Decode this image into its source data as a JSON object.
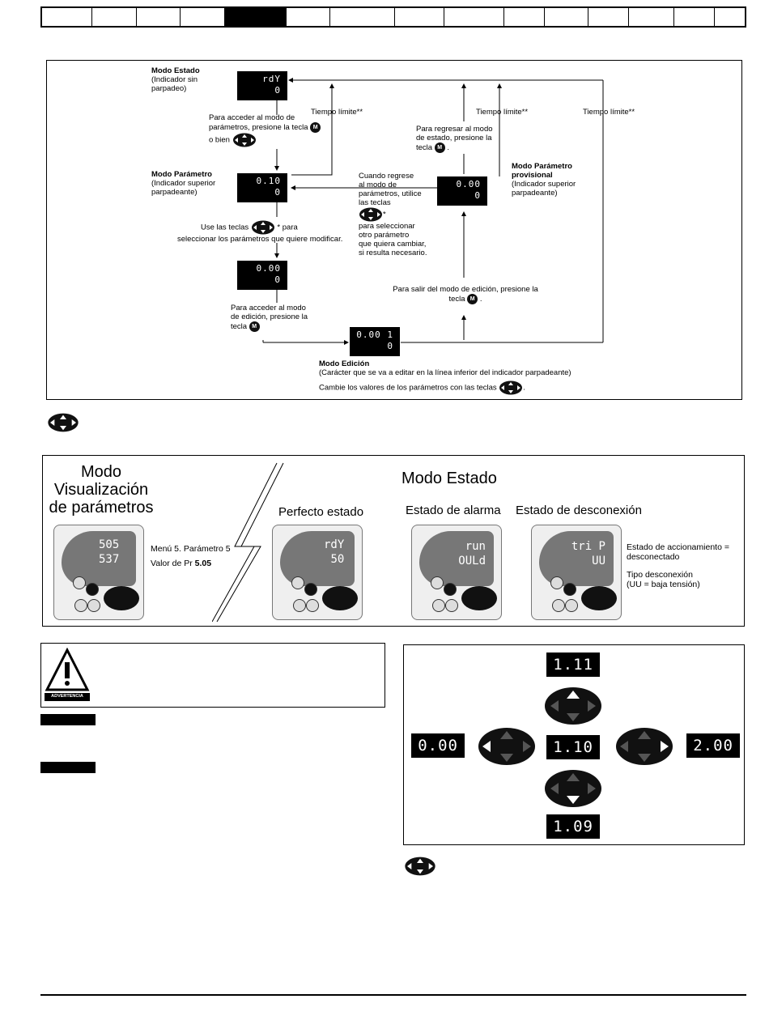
{
  "header": {
    "tab_count": 15,
    "active_tab": 4
  },
  "diagram": {
    "status_mode": {
      "title": "Modo Estado",
      "desc1": "(Indicador sin",
      "desc2": "parpadeo)",
      "lcd_top": "rdY",
      "lcd_bottom": "0"
    },
    "enter_params": {
      "line1": "Para acceder al modo de",
      "line2": "parámetros, presione la tecla",
      "line3": "o bien"
    },
    "timeout1": "Tiempo límite**",
    "timeout2": "Tiempo límite**",
    "timeout3": "Tiempo límite**",
    "param_mode": {
      "title": "Modo Parámetro",
      "desc1": "(Indicador superior",
      "desc2": "parpadeante)",
      "lcd_top": "0.10",
      "lcd_bottom": "0"
    },
    "use_keys": {
      "line1": "Use las teclas",
      "line1b": "* para",
      "line2": "seleccionar los parámetros que quiere modificar."
    },
    "lcd3": {
      "top": "0.00",
      "bottom": "0"
    },
    "enter_edit": {
      "line1": "Para acceder al modo",
      "line2": "de edición, presione la",
      "line3": "tecla"
    },
    "return_status": {
      "line1": "Para regresar al modo",
      "line2": "de estado, presione la",
      "line3": "tecla"
    },
    "return_params": {
      "line1": "Cuando regrese",
      "line2": "al modo de",
      "line3": "parámetros, utilice",
      "line4": "las teclas",
      "line5": "para seleccionar",
      "line6": "otro parámetro",
      "line7": "que quiera cambiar,",
      "line8": "si resulta necesario."
    },
    "temp_mode": {
      "title1": "Modo Parámetro",
      "title2": "provisional",
      "desc1": "(Indicador superior",
      "desc2": "parpadeante)",
      "lcd_top": "0.00",
      "lcd_bottom": "0"
    },
    "exit_edit": {
      "line1": "Para salir del modo de edición, presione la",
      "line2": "tecla"
    },
    "edit_mode": {
      "title": "Modo Edición",
      "desc": "(Carácter que se va a editar en la línea inferior del indicador parpadeante)",
      "change": "Cambie los valores de los parámetros con las teclas",
      "lcd_top": "0.00 1",
      "lcd_bottom": "0"
    },
    "key_m": "M"
  },
  "modes": {
    "param_view_title1": "Modo",
    "param_view_title2": "Visualización",
    "param_view_title3": "de parámetros",
    "status_title": "Modo Estado",
    "healthy": "Perfecto estado",
    "alarm": "Estado de alarma",
    "trip": "Estado de desconexión",
    "menu_line": "Menú 5. Parámetro 5",
    "value_line": "Valor de Pr ",
    "value_bold": "5.05",
    "drive1": {
      "top": "505",
      "bottom": "537"
    },
    "drive2": {
      "top": "rdY",
      "bottom": "50"
    },
    "drive3": {
      "top": "run",
      "bottom": "OULd"
    },
    "drive4": {
      "top": "tri P",
      "bottom": "UU"
    },
    "trip_state1": "Estado de accionamiento =",
    "trip_state2": "desconectado",
    "trip_type1": "Tipo desconexión",
    "trip_type2": "(UU = baja tensión)"
  },
  "warning": {
    "label": "ADVERTENCIA"
  },
  "nav_demo": {
    "top": "1.11",
    "center": "1.10",
    "bottom": "1.09",
    "left": "0.00",
    "right": "2.00"
  }
}
